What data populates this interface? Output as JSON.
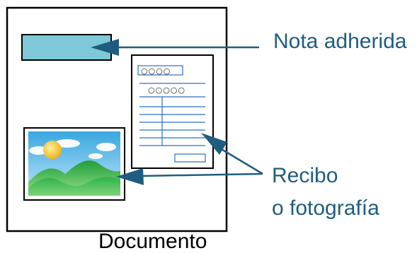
{
  "labels": {
    "sticky_note": "Nota adherida",
    "receipt_or_photo_line1": "Recibo",
    "receipt_or_photo_line2": "o fotografía",
    "document": "Documento"
  },
  "receipt": {
    "header_circles": "○○○○",
    "title_circles": "○○○○○"
  },
  "colors": {
    "arrow": "#1f5d80",
    "receipt_lines": "#2a6fc9",
    "sticky_note_fill": "#7ec8d8",
    "document_border": "#000000"
  }
}
